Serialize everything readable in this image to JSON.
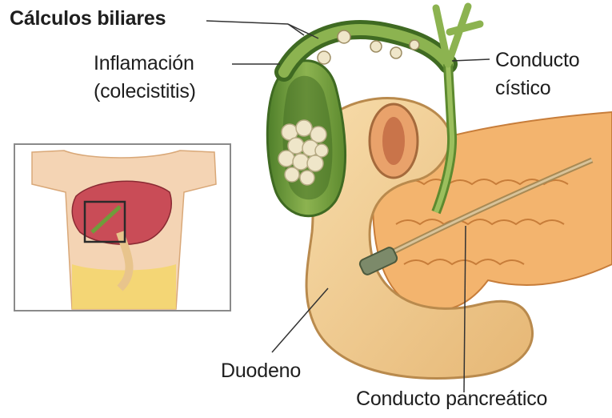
{
  "labels": {
    "gallstones": "Cálculos biliares",
    "inflammation_line1": "Inflamación",
    "inflammation_line2": "(colecistitis)",
    "cystic_duct_line1": "Conducto",
    "cystic_duct_line2": "cístico",
    "duodenum": "Duodeno",
    "pancreatic_duct": "Conducto pancreático"
  },
  "colors": {
    "gallbladder": "#6f9c3b",
    "bile_dark": "#3f6a22",
    "stones": "#efe6c9",
    "duodenum": "#f1cf98",
    "pancreas": "#f3b46e",
    "skin": "#f4d4b4",
    "liver": "#c94c57",
    "leader_line": "#333333"
  }
}
